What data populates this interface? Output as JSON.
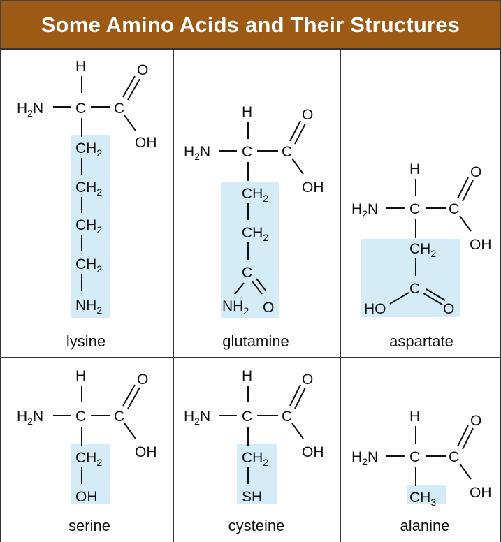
{
  "title": "Some Amino Acids and Their Structures",
  "colors": {
    "title_bar": "#9c5a14",
    "highlight": "#d4ebf8",
    "ink": "#111111"
  },
  "atoms": {
    "H": "H",
    "O": "O",
    "C": "C",
    "N": "N",
    "S": "S",
    "OH": "OH",
    "HO": "HO",
    "SH": "SH",
    "subscript_2": "2",
    "subscript_3": "3"
  },
  "amino_acids": [
    {
      "name": "lysine"
    },
    {
      "name": "glutamine"
    },
    {
      "name": "aspartate"
    },
    {
      "name": "serine"
    },
    {
      "name": "cysteine"
    },
    {
      "name": "alanine"
    }
  ]
}
